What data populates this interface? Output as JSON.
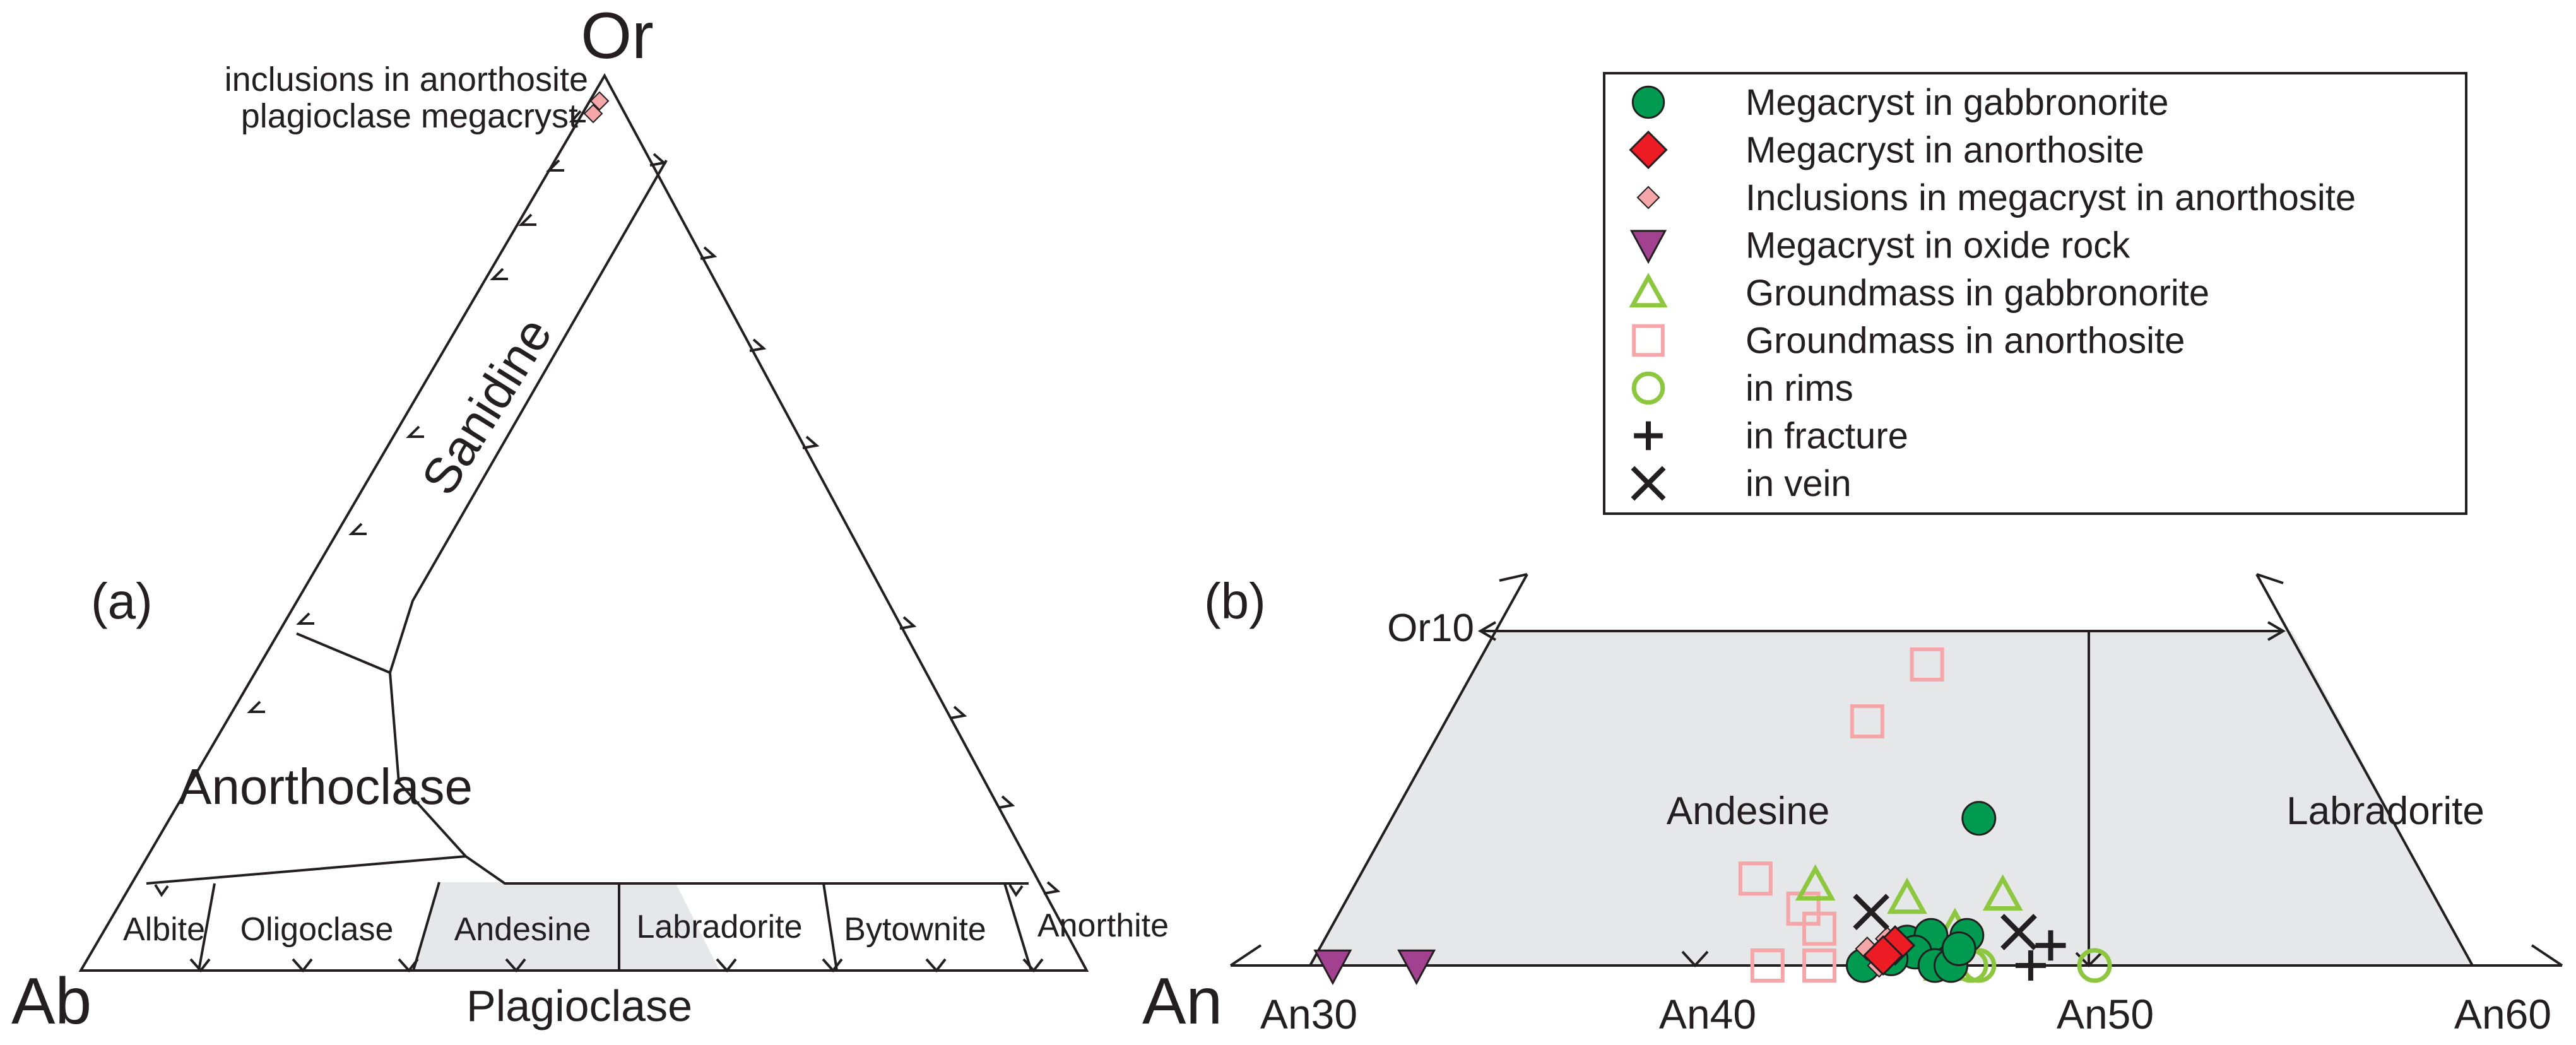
{
  "panel_a": {
    "panel_label": "(a)",
    "apex_top": "Or",
    "apex_left": "Ab",
    "apex_right": "An",
    "base_label": "Plagioclase",
    "field_sanidine": "Sanidine",
    "field_anorthoclase": "Anorthoclase",
    "plag_fields": [
      "Albite",
      "Oligoclase",
      "Andesine",
      "Labradorite",
      "Bytownite",
      "Anorthite"
    ],
    "annotation_line1": "inclusions in anorthosite",
    "annotation_line2": "plagioclase megacryst"
  },
  "panel_b": {
    "panel_label": "(b)",
    "or_label": "Or10",
    "x_tick_labels": [
      "An30",
      "An40",
      "An50",
      "An60"
    ],
    "field_andesine": "Andesine",
    "field_labradorite": "Labradorite"
  },
  "legend": {
    "items": [
      {
        "label": "Megacryst in gabbronorite",
        "symbol": "circle-filled",
        "color": "#009a50"
      },
      {
        "label": "Megacryst in anorthosite",
        "symbol": "diamond-filled",
        "color": "#ed1c24"
      },
      {
        "label": "Inclusions in megacryst in anorthosite",
        "symbol": "diamond-small",
        "color": "#f4a6a8"
      },
      {
        "label": "Megacryst in oxide rock",
        "symbol": "triangle-down-filled",
        "color": "#a2418f"
      },
      {
        "label": "Groundmass in gabbronorite",
        "symbol": "triangle-open",
        "color": "#8dc63f"
      },
      {
        "label": "Groundmass in anorthosite",
        "symbol": "square-open",
        "color": "#f4a6a8"
      },
      {
        "label": "in rims",
        "symbol": "circle-open",
        "color": "#8dc63f"
      },
      {
        "label": "in fracture",
        "symbol": "plus",
        "color": "#231f20"
      },
      {
        "label": "in vein",
        "symbol": "cross",
        "color": "#231f20"
      }
    ]
  },
  "colors": {
    "line": "#231f20",
    "field_fill": "#e6e7e8",
    "megacryst_gabbronorite": "#009a50",
    "megacryst_anorthosite": "#ed1c24",
    "inclusions": "#f4a6a8",
    "oxide_rock": "#a2418f",
    "groundmass_gabbronorite": "#8dc63f",
    "groundmass_anorthosite": "#f4a6a8",
    "rims": "#8dc63f"
  },
  "chart_data": {
    "type": "scatter",
    "xlabel": "",
    "ylabel": "",
    "x_ticks": [
      "An30",
      "An40",
      "An50",
      "An60"
    ],
    "xlim": [
      30,
      60
    ],
    "ylim": [
      0,
      10
    ],
    "grid": false,
    "legend_position": "top-right",
    "series": [
      {
        "name": "Megacryst in gabbronorite",
        "points": [
          [
            46.8,
            4.4
          ],
          [
            45.0,
            0.7
          ],
          [
            45.6,
            0.9
          ],
          [
            46.5,
            0.9
          ],
          [
            43.9,
            0.0
          ],
          [
            45.2,
            0.4
          ],
          [
            45.7,
            0.0
          ],
          [
            46.1,
            0.0
          ],
          [
            46.3,
            0.5
          ],
          [
            44.6,
            0.2
          ]
        ]
      },
      {
        "name": "Megacryst in anorthosite",
        "points": [
          [
            44.7,
            0.6
          ],
          [
            44.4,
            0.3
          ]
        ]
      },
      {
        "name": "Inclusions in megacryst in anorthosite",
        "points": [
          [
            44.0,
            0.5
          ],
          [
            44.5,
            0.8
          ],
          [
            44.3,
            0.0
          ],
          [
            44.9,
            0.6
          ]
        ]
      },
      {
        "name": "Megacryst in oxide rock",
        "points": [
          [
            30.6,
            0.0
          ],
          [
            32.7,
            0.0
          ]
        ]
      },
      {
        "name": "Groundmass in gabbronorite",
        "points": [
          [
            42.7,
            2.4
          ],
          [
            45.0,
            2.0
          ],
          [
            47.4,
            2.1
          ],
          [
            46.2,
            1.1
          ],
          [
            45.3,
            0.4
          ],
          [
            45.9,
            0.0
          ]
        ]
      },
      {
        "name": "Groundmass in anorthosite",
        "points": [
          [
            45.5,
            9.0
          ],
          [
            44.0,
            7.3
          ],
          [
            41.2,
            2.6
          ],
          [
            42.4,
            1.7
          ],
          [
            42.8,
            1.1
          ],
          [
            41.5,
            0.0
          ],
          [
            42.8,
            0.0
          ]
        ]
      },
      {
        "name": "in rims",
        "points": [
          [
            46.6,
            0.0
          ],
          [
            46.8,
            0.0
          ],
          [
            49.7,
            0.0
          ]
        ]
      },
      {
        "name": "in fracture",
        "points": [
          [
            48.1,
            0.0
          ],
          [
            48.6,
            0.6
          ]
        ]
      },
      {
        "name": "in vein",
        "points": [
          [
            44.1,
            1.6
          ],
          [
            47.8,
            1.0
          ]
        ]
      }
    ]
  }
}
